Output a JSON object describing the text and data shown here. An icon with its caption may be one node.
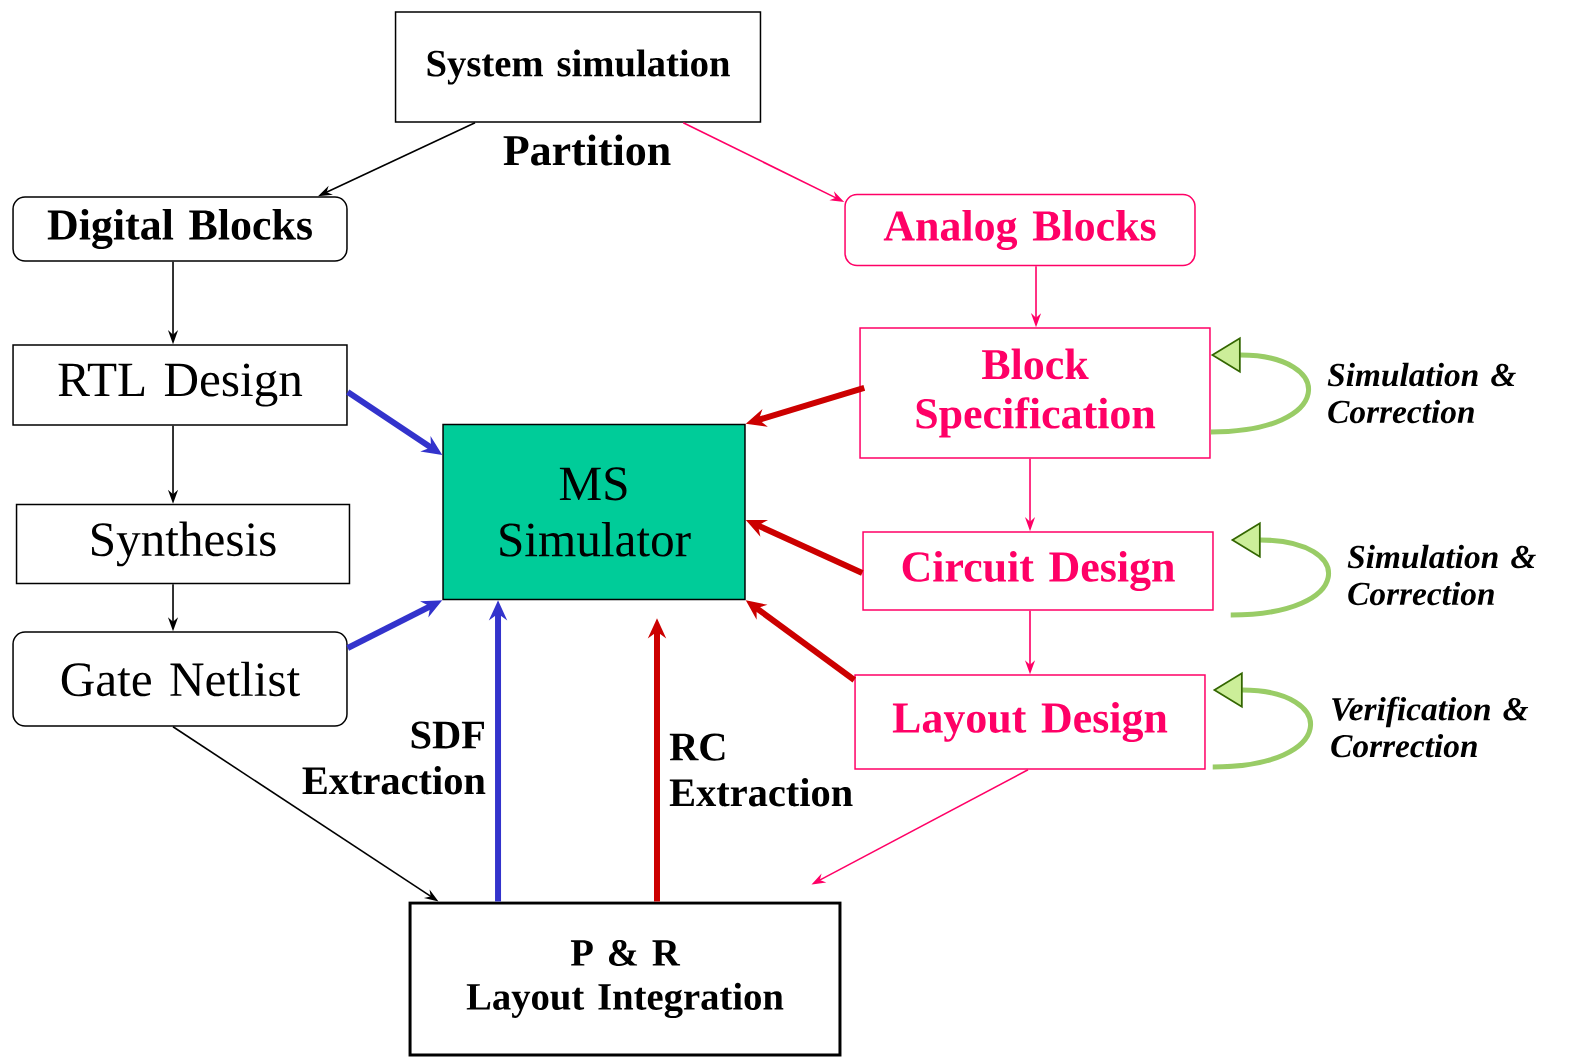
{
  "diagram": {
    "nodes": [
      {
        "text": [
          "System simulation"
        ]
      },
      {
        "text": [
          "Digital Blocks"
        ]
      },
      {
        "text": [
          "Analog Blocks"
        ]
      },
      {
        "text": [
          "RTL Design"
        ]
      },
      {
        "text": [
          "Synthesis"
        ]
      },
      {
        "text": [
          "Gate Netlist"
        ]
      },
      {
        "text": [
          "MS Simulator"
        ]
      },
      {
        "text": [
          "Block Specification"
        ]
      },
      {
        "text": [
          "Circuit Design"
        ]
      },
      {
        "text": [
          "Layout Design"
        ]
      },
      {
        "text": [
          "P & R",
          "Layout Integration"
        ]
      }
    ],
    "edges": [
      {
        "from": 0,
        "to": 1,
        "arrow": "to",
        "color": "#000000"
      },
      {
        "from": 0,
        "to": 2,
        "arrow": "to",
        "color": "#ff0066"
      },
      {
        "from": 1,
        "to": 3,
        "arrow": "to",
        "color": "#000000"
      },
      {
        "from": 3,
        "to": 4,
        "arrow": "to",
        "color": "#000000"
      },
      {
        "from": 4,
        "to": 5,
        "arrow": "to",
        "color": "#000000"
      },
      {
        "from": 3,
        "to": 6,
        "arrow": "to",
        "style": "thick",
        "color": "#3333cc"
      },
      {
        "from": 5,
        "to": 6,
        "arrow": "to",
        "style": "thick",
        "color": "#3333cc"
      },
      {
        "from": 2,
        "to": 7,
        "arrow": "to",
        "color": "#ff0066"
      },
      {
        "from": 7,
        "to": 8,
        "arrow": "to",
        "color": "#ff0066"
      },
      {
        "from": 8,
        "to": 9,
        "arrow": "to",
        "color": "#ff0066"
      },
      {
        "from": 7,
        "to": 6,
        "arrow": "to",
        "style": "thick",
        "color": "#cc0000"
      },
      {
        "from": 8,
        "to": 6,
        "arrow": "to",
        "style": "thick",
        "color": "#cc0000"
      },
      {
        "from": 9,
        "to": 6,
        "arrow": "to",
        "style": "thick",
        "color": "#cc0000"
      },
      {
        "from": 5,
        "to": 10,
        "arrow": "to",
        "color": "#000000"
      },
      {
        "from": 9,
        "to": 10,
        "arrow": "to",
        "color": "#ff0066"
      },
      {
        "from": 10,
        "to": 6,
        "arrow": "to",
        "style": "thick",
        "color": "#3333cc",
        "label": "SDF Extraction"
      },
      {
        "from": 10,
        "to": 6,
        "arrow": "to",
        "style": "thick",
        "color": "#cc0000",
        "label": "RC Extraction"
      },
      {
        "from": 7,
        "to": 7,
        "arrow": "to",
        "style": "thick",
        "color": "#99cc66",
        "label": "Simulation & Correction"
      },
      {
        "from": 8,
        "to": 8,
        "arrow": "to",
        "style": "thick",
        "color": "#99cc66",
        "label": "Simulation & Correction"
      },
      {
        "from": 9,
        "to": 9,
        "arrow": "to",
        "style": "thick",
        "color": "#99cc66",
        "label": "Verification & Correction"
      }
    ],
    "labels": [
      "Partition"
    ]
  }
}
